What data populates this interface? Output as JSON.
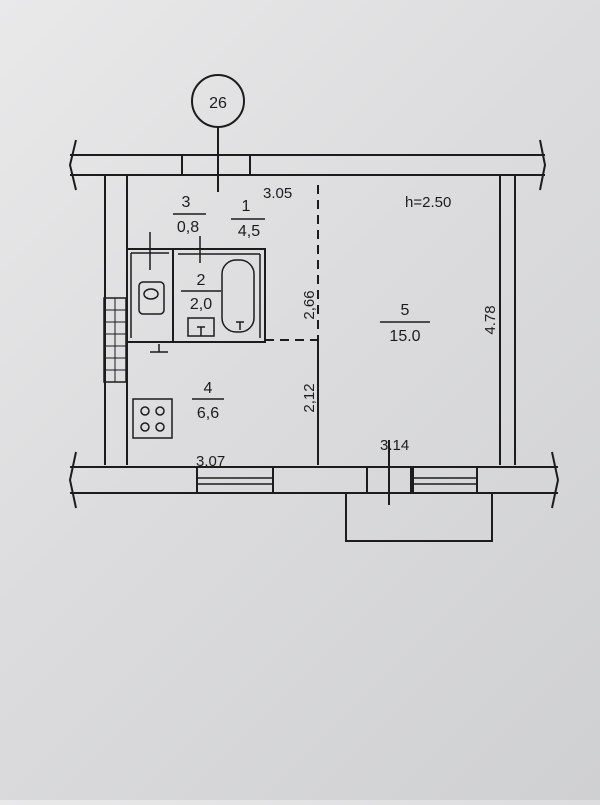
{
  "axis": {
    "label": "26"
  },
  "height_note": "h=2.50",
  "rooms": [
    {
      "id": "room-1",
      "number": "1",
      "area": "4,5"
    },
    {
      "id": "room-2",
      "number": "2",
      "area": "2,0"
    },
    {
      "id": "room-3",
      "number": "3",
      "area": "0,8"
    },
    {
      "id": "room-4",
      "number": "4",
      "area": "6,6"
    },
    {
      "id": "room-5",
      "number": "5",
      "area": "15.0"
    }
  ],
  "dimensions": {
    "top_left_width": "3.05",
    "bottom_left_width": "3.07",
    "bottom_right_width": "3.14",
    "right_height": "4.78",
    "hall_height": "2,66",
    "kitchen_height": "2,12"
  },
  "colors": {
    "line": "#1c1c1c",
    "paper": "#e4e4e6"
  }
}
